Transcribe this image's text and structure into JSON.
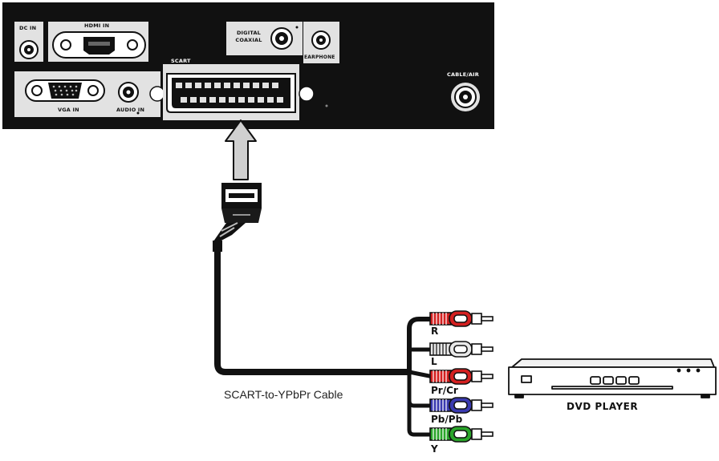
{
  "panel": {
    "dc_in": "DC IN",
    "hdmi_in": "HDMI IN",
    "digital_coaxial_line1": "DIGITAL",
    "digital_coaxial_line2": "COAXIAL",
    "earphone": "EARPHONE",
    "scart": "SCART",
    "vga_in": "VGA IN",
    "audio_in": "AUDIO IN",
    "cable_air": "CABLE/AIR"
  },
  "cable": {
    "label": "SCART-to-YPbPr Cable"
  },
  "plugs": [
    {
      "label": "R",
      "color": "#d42020"
    },
    {
      "label": "L",
      "color": "#e8e8e8"
    },
    {
      "label": "Pr/Cr",
      "color": "#d42020"
    },
    {
      "label": "Pb/Pb",
      "color": "#3a3ab0"
    },
    {
      "label": "Y",
      "color": "#2aa52a"
    }
  ],
  "device": {
    "label": "DVD PLAYER"
  },
  "colors": {
    "panel": "#111111",
    "plate": "#e2e2e2",
    "arrow": "#d0d0d0"
  }
}
